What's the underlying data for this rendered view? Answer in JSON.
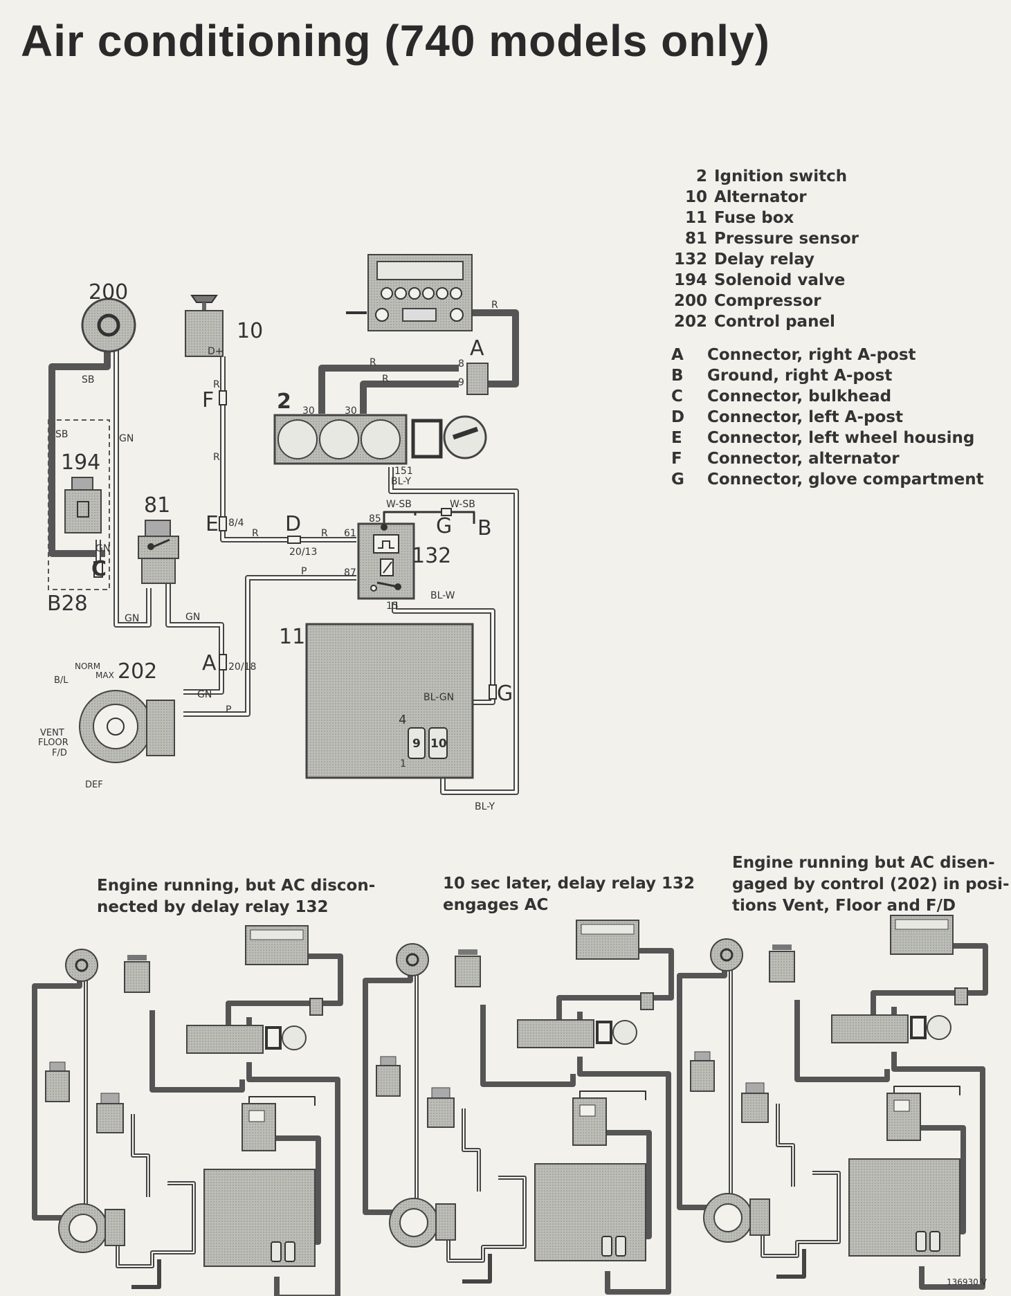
{
  "title": "Air conditioning (740 models only)",
  "legend": {
    "components": [
      {
        "num": "2",
        "label": "Ignition switch"
      },
      {
        "num": "10",
        "label": "Alternator"
      },
      {
        "num": "11",
        "label": "Fuse box"
      },
      {
        "num": "81",
        "label": "Pressure sensor"
      },
      {
        "num": "132",
        "label": "Delay relay"
      },
      {
        "num": "194",
        "label": "Solenoid valve"
      },
      {
        "num": "200",
        "label": "Compressor"
      },
      {
        "num": "202",
        "label": "Control panel"
      }
    ],
    "connectors": [
      {
        "letter": "A",
        "label": "Connector, right A-post"
      },
      {
        "letter": "B",
        "label": "Ground, right A-post"
      },
      {
        "letter": "C",
        "label": "Connector, bulkhead"
      },
      {
        "letter": "D",
        "label": "Connector, left A-post"
      },
      {
        "letter": "E",
        "label": "Connector, left wheel housing"
      },
      {
        "letter": "F",
        "label": "Connector, alternator"
      },
      {
        "letter": "G",
        "label": "Connector, glove compartment"
      }
    ]
  },
  "diagram": {
    "labels": {
      "c200": "200",
      "c10": "10",
      "c2": "2",
      "c194": "194",
      "c81": "81",
      "c132": "132",
      "c11": "11",
      "c202": "202",
      "A": "A",
      "B": "B",
      "C": "C",
      "D": "D",
      "E": "E",
      "F": "F",
      "G": "G",
      "B28": "B28",
      "t30a": "30",
      "t30b": "30",
      "t8": "8",
      "t9": "9",
      "t85": "85",
      "t61": "61",
      "t87": "87",
      "t15": "15",
      "t151": "151",
      "t4": "4",
      "t1": "1",
      "t9f": "9",
      "t10f": "10",
      "dplus": "D+",
      "e84": "8/4",
      "d2013": "20/13",
      "a2018": "20/18",
      "norm": "NORM",
      "max": "MAX",
      "bl": "B/L",
      "vent": "VENT",
      "floor": "FLOOR",
      "fd": "F/D",
      "def": "DEF"
    },
    "wires": {
      "SB": "SB",
      "GN": "GN",
      "R": "R",
      "P": "P",
      "BLY": "BL-Y",
      "WSB": "W-SB",
      "BLW": "BL-W",
      "BLGN": "BL-GN"
    }
  },
  "captions": {
    "left": [
      "Engine running, but AC discon-",
      "nected by delay relay 132"
    ],
    "middle": [
      "10 sec later, delay relay 132",
      "engages AC"
    ],
    "right": [
      "Engine running but AC disen-",
      "gaged by control (202) in posi-",
      "tions Vent, Floor and F/D"
    ]
  },
  "reference": "136930 V"
}
